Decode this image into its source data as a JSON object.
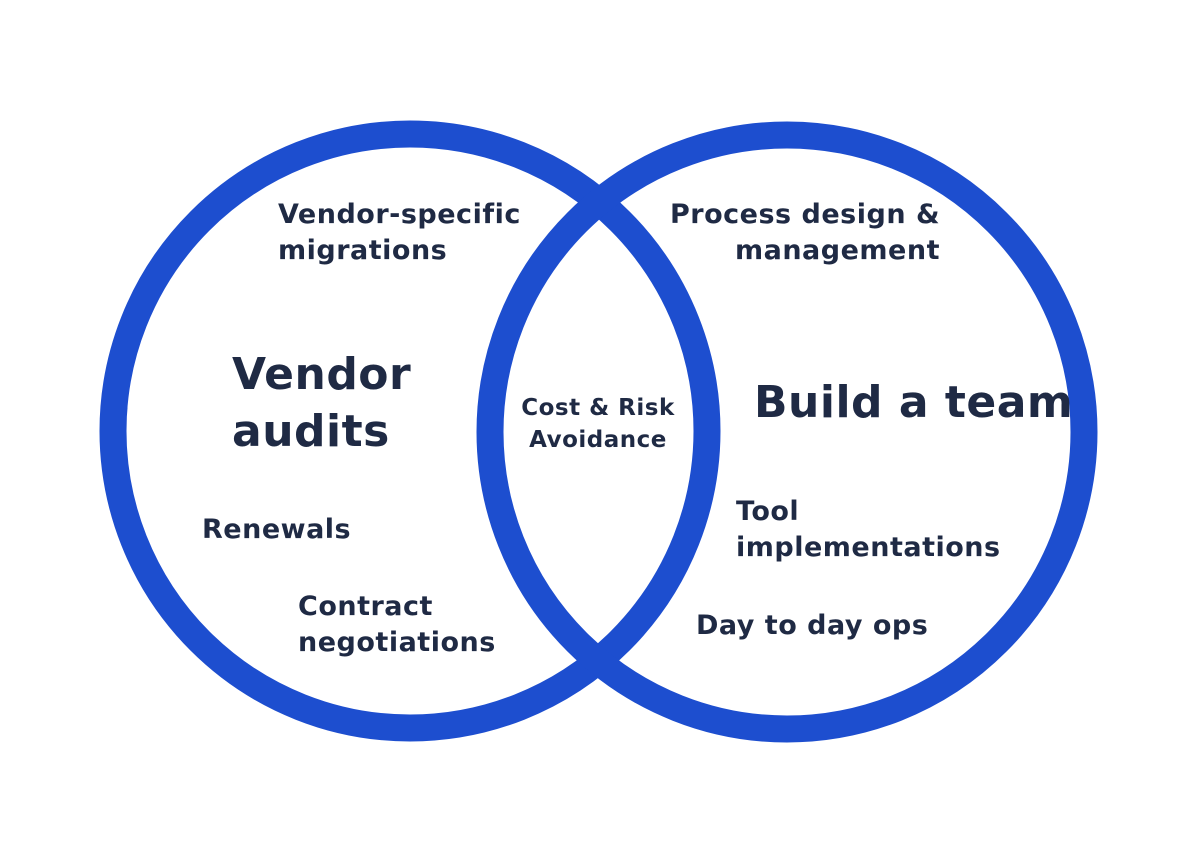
{
  "diagram": {
    "type": "venn",
    "circle_color": "#1d4ecf",
    "text_color": "#1f2a44",
    "left_circle": {
      "title": "Vendor\naudits",
      "items": {
        "vendor_specific": "Vendor-specific\nmigrations",
        "renewals": "Renewals",
        "contract": "Contract\nnegotiations"
      }
    },
    "right_circle": {
      "title": "Build a team",
      "items": {
        "process": "Process design &\nmanagement",
        "tool": "Tool\nimplementations",
        "dayops": "Day to day ops"
      }
    },
    "intersection": {
      "label": "Cost & Risk\nAvoidance"
    }
  }
}
